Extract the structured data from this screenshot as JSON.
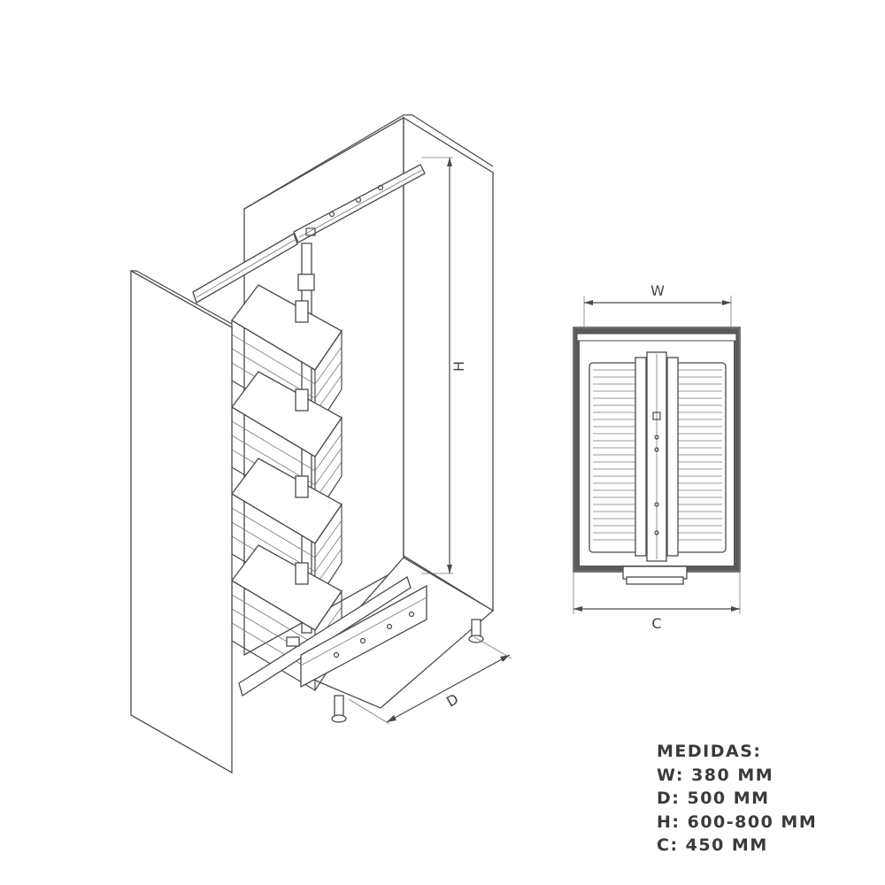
{
  "dimension_labels": {
    "width": "W",
    "height": "H",
    "depth": "D",
    "cabinet": "C"
  },
  "specs": {
    "heading": "MEDIDAS:",
    "lines": [
      "W: 380 MM",
      "D: 500 MM",
      "H: 600-800 MM",
      "C: 450 MM"
    ]
  },
  "colors": {
    "line": "#4a4a4a",
    "frame": "#5a5a5a",
    "text": "#3a3a3a"
  }
}
